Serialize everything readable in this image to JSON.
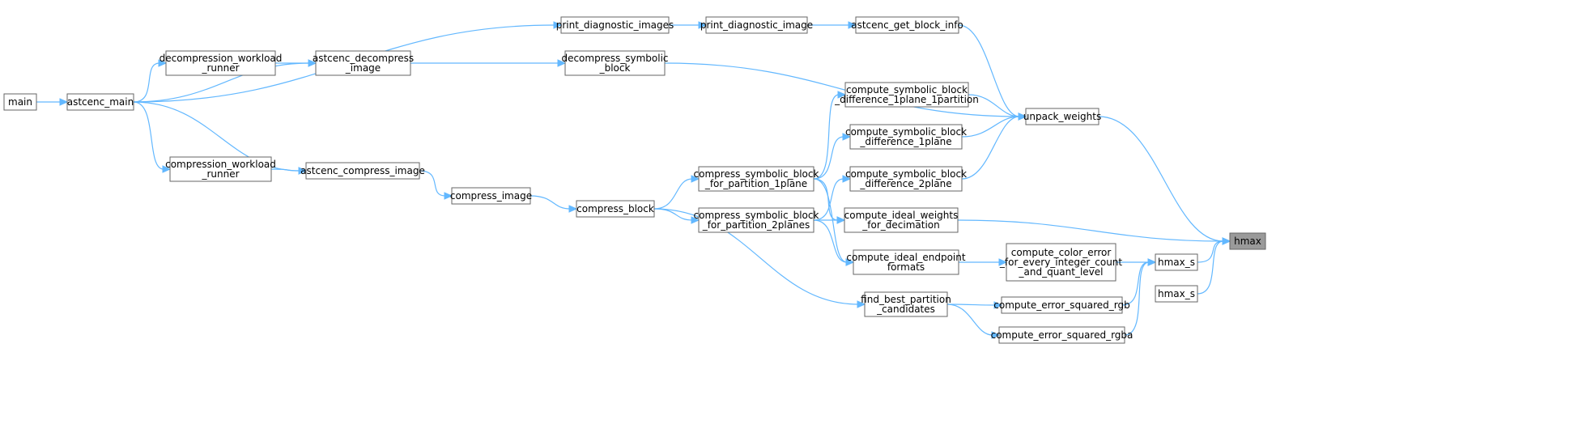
{
  "graph": {
    "nodes": [
      {
        "id": "main",
        "label": [
          "main"
        ]
      },
      {
        "id": "astcenc_main",
        "label": [
          "astcenc_main"
        ]
      },
      {
        "id": "decompression_workload_runner",
        "label": [
          "decompression_workload",
          "_runner"
        ]
      },
      {
        "id": "compression_workload_runner",
        "label": [
          "compression_workload",
          "_runner"
        ]
      },
      {
        "id": "astcenc_decompress_image",
        "label": [
          "astcenc_decompress",
          "_image"
        ]
      },
      {
        "id": "astcenc_compress_image",
        "label": [
          "astcenc_compress_image"
        ]
      },
      {
        "id": "compress_image",
        "label": [
          "compress_image"
        ]
      },
      {
        "id": "print_diagnostic_images",
        "label": [
          "print_diagnostic_images"
        ]
      },
      {
        "id": "print_diagnostic_image",
        "label": [
          "print_diagnostic_image"
        ]
      },
      {
        "id": "astcenc_get_block_info",
        "label": [
          "astcenc_get_block_info"
        ]
      },
      {
        "id": "decompress_symbolic_block",
        "label": [
          "decompress_symbolic",
          "_block"
        ]
      },
      {
        "id": "compress_block",
        "label": [
          "compress_block"
        ]
      },
      {
        "id": "compress_symbolic_block_for_partition_1plane",
        "label": [
          "compress_symbolic_block",
          "_for_partition_1plane"
        ]
      },
      {
        "id": "compress_symbolic_block_for_partition_2planes",
        "label": [
          "compress_symbolic_block",
          "_for_partition_2planes"
        ]
      },
      {
        "id": "compute_symbolic_block_difference_1plane_1partition",
        "label": [
          "compute_symbolic_block",
          "_difference_1plane_1partition"
        ]
      },
      {
        "id": "compute_symbolic_block_difference_1plane",
        "label": [
          "compute_symbolic_block",
          "_difference_1plane"
        ]
      },
      {
        "id": "compute_symbolic_block_difference_2plane",
        "label": [
          "compute_symbolic_block",
          "_difference_2plane"
        ]
      },
      {
        "id": "compute_ideal_weights_for_decimation",
        "label": [
          "compute_ideal_weights",
          "_for_decimation"
        ]
      },
      {
        "id": "compute_ideal_endpoint_formats",
        "label": [
          "compute_ideal_endpoint",
          "formats"
        ]
      },
      {
        "id": "find_best_partition_candidates",
        "label": [
          "find_best_partition",
          "_candidates"
        ]
      },
      {
        "id": "unpack_weights",
        "label": [
          "unpack_weights"
        ]
      },
      {
        "id": "compute_color_error_for_every_integer_count_and_quant_level",
        "label": [
          "compute_color_error",
          "_for_every_integer_count",
          "_and_quant_level"
        ]
      },
      {
        "id": "compute_error_squared_rgb",
        "label": [
          "compute_error_squared_rgb"
        ]
      },
      {
        "id": "compute_error_squared_rgba",
        "label": [
          "compute_error_squared_rgba"
        ]
      },
      {
        "id": "hmax_s_1",
        "label": [
          "hmax_s"
        ]
      },
      {
        "id": "hmax_s_2",
        "label": [
          "hmax_s"
        ]
      },
      {
        "id": "hmax",
        "label": [
          "hmax"
        ],
        "highlight": true
      }
    ],
    "edges": [
      [
        "main",
        "astcenc_main"
      ],
      [
        "astcenc_main",
        "print_diagnostic_images"
      ],
      [
        "astcenc_main",
        "decompression_workload_runner"
      ],
      [
        "astcenc_main",
        "astcenc_decompress_image"
      ],
      [
        "astcenc_main",
        "compression_workload_runner"
      ],
      [
        "astcenc_main",
        "astcenc_compress_image"
      ],
      [
        "decompression_workload_runner",
        "astcenc_decompress_image"
      ],
      [
        "compression_workload_runner",
        "astcenc_compress_image"
      ],
      [
        "astcenc_decompress_image",
        "decompress_symbolic_block"
      ],
      [
        "astcenc_compress_image",
        "compress_image"
      ],
      [
        "compress_image",
        "compress_block"
      ],
      [
        "print_diagnostic_images",
        "print_diagnostic_image"
      ],
      [
        "print_diagnostic_image",
        "astcenc_get_block_info"
      ],
      [
        "astcenc_get_block_info",
        "unpack_weights"
      ],
      [
        "decompress_symbolic_block",
        "unpack_weights"
      ],
      [
        "compress_block",
        "compress_symbolic_block_for_partition_1plane"
      ],
      [
        "compress_block",
        "compress_symbolic_block_for_partition_2planes"
      ],
      [
        "compress_block",
        "find_best_partition_candidates"
      ],
      [
        "compress_symbolic_block_for_partition_1plane",
        "compute_symbolic_block_difference_1plane_1partition"
      ],
      [
        "compress_symbolic_block_for_partition_1plane",
        "compute_symbolic_block_difference_1plane"
      ],
      [
        "compress_symbolic_block_for_partition_1plane",
        "compute_ideal_weights_for_decimation"
      ],
      [
        "compress_symbolic_block_for_partition_1plane",
        "compute_ideal_endpoint_formats"
      ],
      [
        "compress_symbolic_block_for_partition_2planes",
        "compute_symbolic_block_difference_2plane"
      ],
      [
        "compress_symbolic_block_for_partition_2planes",
        "compute_ideal_weights_for_decimation"
      ],
      [
        "compress_symbolic_block_for_partition_2planes",
        "compute_ideal_endpoint_formats"
      ],
      [
        "compute_symbolic_block_difference_1plane_1partition",
        "unpack_weights"
      ],
      [
        "compute_symbolic_block_difference_1plane",
        "unpack_weights"
      ],
      [
        "compute_symbolic_block_difference_2plane",
        "unpack_weights"
      ],
      [
        "compute_ideal_weights_for_decimation",
        "hmax"
      ],
      [
        "compute_ideal_endpoint_formats",
        "compute_color_error_for_every_integer_count_and_quant_level"
      ],
      [
        "compute_color_error_for_every_integer_count_and_quant_level",
        "hmax_s_1"
      ],
      [
        "find_best_partition_candidates",
        "compute_error_squared_rgb"
      ],
      [
        "find_best_partition_candidates",
        "compute_error_squared_rgba"
      ],
      [
        "compute_error_squared_rgb",
        "hmax_s_1"
      ],
      [
        "compute_error_squared_rgba",
        "hmax_s_1"
      ],
      [
        "unpack_weights",
        "hmax"
      ],
      [
        "hmax_s_1",
        "hmax"
      ],
      [
        "hmax_s_2",
        "hmax"
      ]
    ]
  },
  "colors": {
    "edge": "#63b8ff",
    "node_border": "#666666",
    "highlight_fill": "#9a9a9a"
  }
}
